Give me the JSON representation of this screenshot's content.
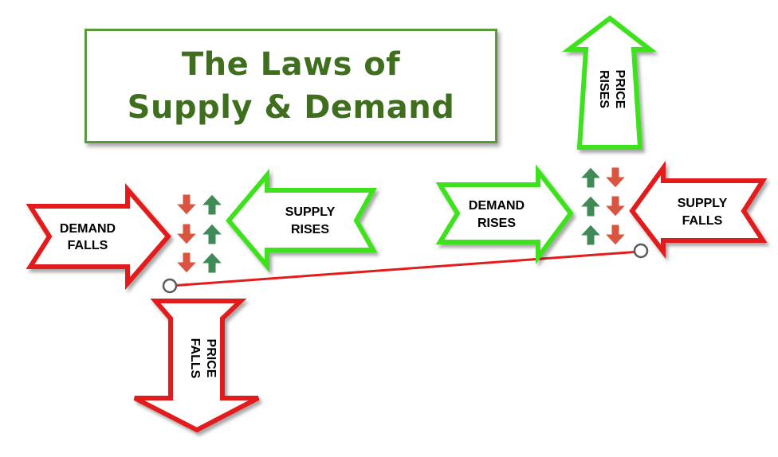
{
  "title": {
    "line1": "The Laws of",
    "line2": "Supply & Demand"
  },
  "colors": {
    "red": "#e21d1d",
    "green": "#3ce21d",
    "title_green": "#3f6e1f",
    "arrow_red": "#d9553f",
    "arrow_green": "#3f8a57"
  },
  "left_scenario": {
    "demand": {
      "line1": "DEMAND",
      "line2": "FALLS"
    },
    "supply": {
      "line1": "SUPPLY",
      "line2": "RISES"
    },
    "price": {
      "line1": "PRICE",
      "line2": "FALLS"
    }
  },
  "right_scenario": {
    "demand": {
      "line1": "DEMAND",
      "line2": "RISES"
    },
    "supply": {
      "line1": "SUPPLY",
      "line2": "FALLS"
    },
    "price": {
      "line1": "PRICE",
      "line2": "RISES"
    }
  },
  "icons": {
    "demand_indicator": "down-arrow-icon",
    "supply_indicator": "up-arrow-icon",
    "endpoint": "circle-icon"
  }
}
